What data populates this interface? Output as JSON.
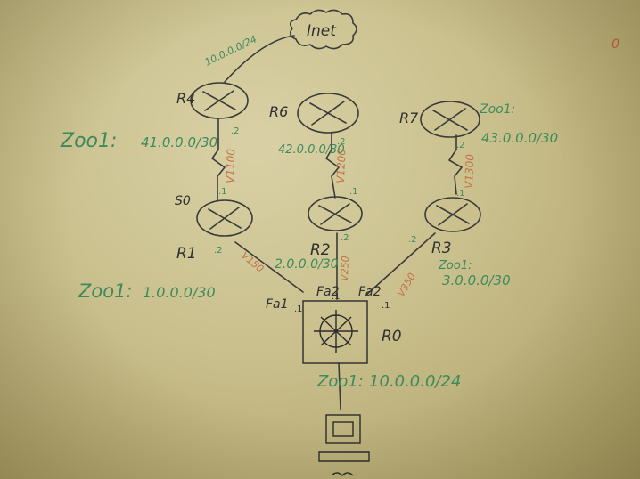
{
  "routers": {
    "r4": "R4",
    "r6": "R6",
    "r7": "R7",
    "r1": "R1",
    "r2": "R2",
    "r3": "R3",
    "r0": "R0"
  },
  "cloud": {
    "label": "Inet"
  },
  "links": {
    "inet_net": "10.0.0.0/24",
    "r4_net": "41.0.0.0/30",
    "r6_net": "42.0.0.0/30",
    "r7_net": "43.0.0.0/30",
    "r1_r0_net": "1.0.0.0/30",
    "r2_r0_net": "2.0.0.0/30",
    "r3_r0_net": "3.0.0.0/30",
    "lan_net": "10.0.0.0/24"
  },
  "prefix": {
    "zoo1": "Zoo1:",
    "zoo1_lower": "Zoo1:",
    "zoo1_r0": "Zoo1:"
  },
  "vlans": {
    "r4_r1": "V1100",
    "r6_r2": "V1200",
    "r7_r3": "V1300",
    "r1_r0": "V150",
    "r2_r0": "V250",
    "r3_r0": "V350"
  },
  "ifaces": {
    "s0": "S0",
    "fa1": "Fa1",
    "fa2a": "Fa2",
    "fa2b": "Fa2"
  },
  "hosts": {
    "h_r4": ".2",
    "h_r1_top": ".1",
    "h_r6": ".2",
    "h_r2_top": ".1",
    "h_r7": ".2",
    "h_r3_top": ".1",
    "h_r1_bot": ".2",
    "h_r2_bot": ".2",
    "h_r3_bot": ".2",
    "h_r0_a": ".1",
    "h_r0_b": ".1",
    "h_r0_c": ".1"
  },
  "corner_mark": "0"
}
